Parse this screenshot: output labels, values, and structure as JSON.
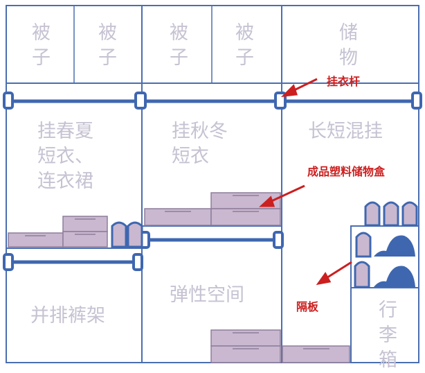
{
  "top_labels": [
    "被\n子",
    "被\n子",
    "被\n子",
    "被\n子",
    "储\n物"
  ],
  "section_labels": {
    "summer": "挂春夏\n短衣、\n连衣裙",
    "autumn": "挂秋冬\n短衣",
    "mixed": "长短混挂",
    "elastic": "弹性空间",
    "pants": "并排裤架",
    "luggage": "行\n李\n箱"
  },
  "annotations": {
    "rod": "挂衣杆",
    "boxes": "成品塑料储物盒",
    "shelf": "隔板"
  },
  "colors": {
    "frame": "#4a6eb0",
    "rod": "#3f67b0",
    "box_fill": "#c9b8cf",
    "box_line": "#8e7d9b",
    "label_text": "#c6c2d2",
    "annotation": "#cc1f1f"
  }
}
